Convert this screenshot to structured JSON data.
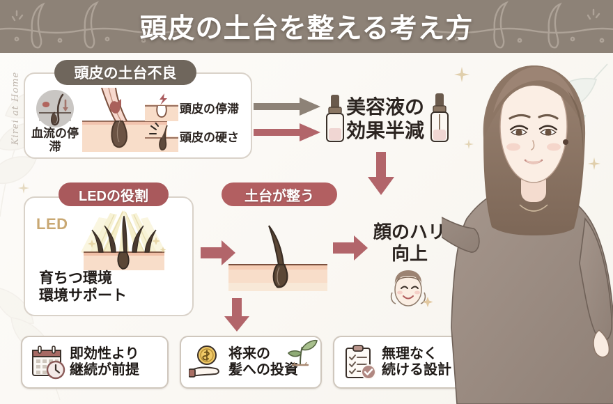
{
  "header": {
    "title": "頭皮の土台を整える考え方",
    "bg_color": "#8d8277",
    "text_color": "#ffffff",
    "deco_icon_left": "hair-follicle-lineart",
    "deco_icon_right": "hair-follicle-lineart"
  },
  "watermark": {
    "left": "Kirei at Home",
    "right": "Kirei at Home"
  },
  "section_scalp": {
    "badge": "頭皮の土台不良",
    "badge_color": "#6f665c",
    "blood_icon": "blood-flow-follicle-icon",
    "blood_label": "血流の停滞",
    "cross_section_icon": "scalp-cross-section-illustration",
    "item_1_icon": "scalp-pore-lightning-icon",
    "item_1_label": "頭皮の停滞",
    "item_2_icon": "stiff-hair-follicle-icon",
    "item_2_label": "頭皮の硬さ"
  },
  "arrows": {
    "top_color": "#8d8277",
    "rose_color": "#b2656a",
    "down_color": "#b2656a"
  },
  "section_serum": {
    "label": "美容液の\n効果半減",
    "line_1": "美容液の",
    "line_2": "効果半減",
    "icon_left": "serum-dropper-bottle-icon",
    "icon_right": "serum-dropper-bottle-icon"
  },
  "section_led": {
    "badge": "LEDの役割",
    "badge_color": "#a9595c",
    "led_label": "LED",
    "led_label_color": "#c9a873",
    "illustration_icon": "led-light-on-follicles-icon",
    "caption_line_1": "育ちつ環境",
    "caption_line_2": "環境サポート"
  },
  "section_base": {
    "badge": "土台が整う",
    "badge_color": "#b25f61",
    "illustration_icon": "healthy-follicle-cross-section-icon"
  },
  "section_face": {
    "line_1": "顔のハリ",
    "line_2": "向上",
    "icon": "smiling-woman-face-icon"
  },
  "bottom_cards": [
    {
      "icon": "calendar-clock-icon",
      "line_1": "即効性より",
      "line_2": "継続が前提"
    },
    {
      "icon": "coin-hand-sprout-icon",
      "line_1": "将来の",
      "line_2": "髪への投資"
    },
    {
      "icon": "clipboard-check-icon",
      "line_1": "無理なく",
      "line_2": "続ける設計"
    }
  ],
  "illustration": {
    "woman": "illustrated-woman-presenting-icon",
    "hair_color": "#8c7566",
    "top_color": "#9d8e85",
    "skin_color": "#f7e6dc"
  },
  "palette": {
    "taupe": "#8d8277",
    "rose": "#b2656a",
    "dark_taupe": "#6f665c",
    "skin_peach": "#f6ddcd",
    "gold": "#c9a873",
    "panel_border": "#d9d2c9",
    "page_bg": "#fbf9f5"
  }
}
